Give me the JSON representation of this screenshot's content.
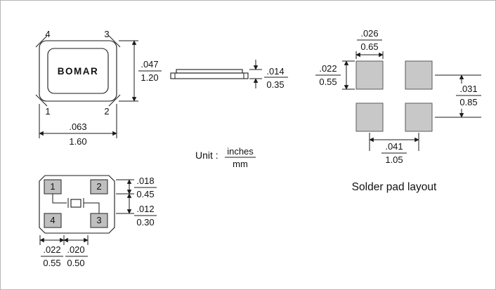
{
  "top_view": {
    "brand": "BOMAR",
    "pins": {
      "top_left": "4",
      "top_right": "3",
      "bottom_left": "1",
      "bottom_right": "2"
    },
    "width_dim": {
      "in": ".063",
      "mm": "1.60"
    },
    "height_dim": {
      "in": ".047",
      "mm": "1.20"
    }
  },
  "side_view": {
    "thickness_dim": {
      "in": ".014",
      "mm": "0.35"
    }
  },
  "unit_note": {
    "label": "Unit :",
    "numerator": "inches",
    "denominator": "mm"
  },
  "solder_pad_layout": {
    "caption": "Solder pad layout",
    "pad_width_dim": {
      "in": ".026",
      "mm": "0.65"
    },
    "pad_height_dim": {
      "in": ".022",
      "mm": "0.55"
    },
    "row_pitch_dim": {
      "in": ".031",
      "mm": "0.85"
    },
    "column_pitch_dim": {
      "in": ".041",
      "mm": "1.05"
    }
  },
  "bottom_view": {
    "pads": {
      "top_left": "1",
      "top_right": "2",
      "bottom_left": "4",
      "bottom_right": "3"
    },
    "pad_height_dim": {
      "in": ".018",
      "mm": "0.45"
    },
    "pad_gap_dim": {
      "in": ".012",
      "mm": "0.30"
    },
    "edge_to_pad_dim": {
      "in": ".022",
      "mm": "0.55"
    },
    "pad_to_center_dim": {
      "in": ".020",
      "mm": "0.50"
    }
  },
  "colors": {
    "line": "#1a1a1a",
    "pad_fill": "#c8c8c8",
    "background": "#ffffff"
  }
}
